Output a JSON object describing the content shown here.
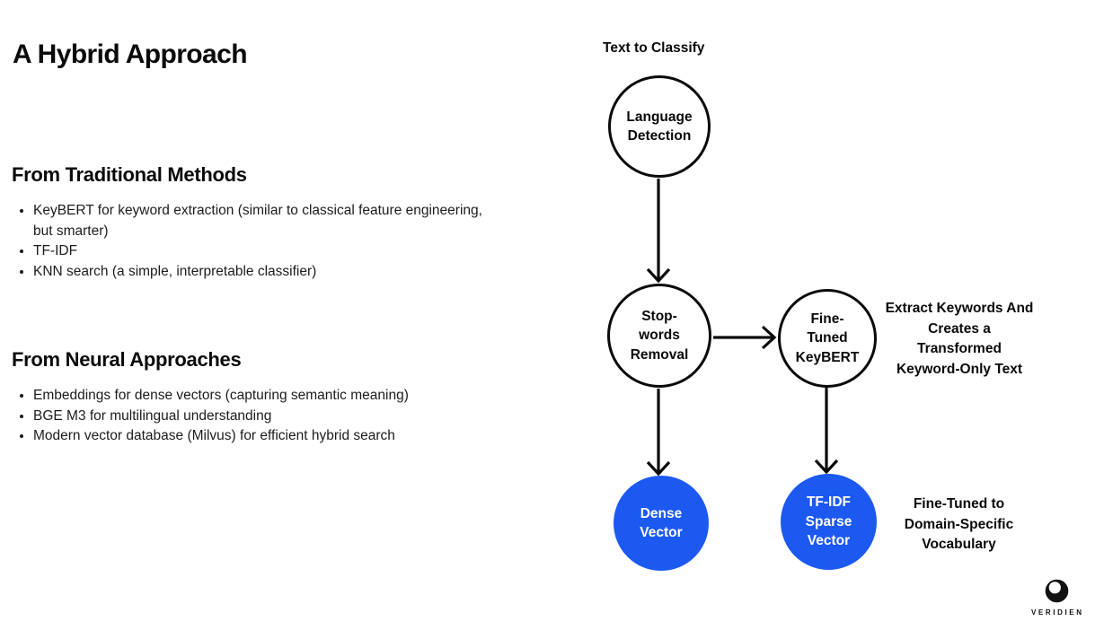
{
  "title": "A Hybrid Approach",
  "sections": [
    {
      "heading": "From Traditional Methods",
      "items": [
        "KeyBERT for keyword extraction (similar to classical feature engineering, but smarter)",
        "TF-IDF",
        "KNN search (a simple, interpretable classifier)"
      ]
    },
    {
      "heading": "From Neural Approaches",
      "items": [
        "Embeddings for dense vectors (capturing semantic meaning)",
        "BGE M3 for multilingual understanding",
        "Modern vector database (Milvus) for efficient hybrid search"
      ]
    }
  ],
  "diagram": {
    "input_label": "Text to Classify",
    "nodes": [
      {
        "id": "language-detection",
        "label": "Language\nDetection",
        "type": "process"
      },
      {
        "id": "stopwords-removal",
        "label": "Stop-\nwords\nRemoval",
        "type": "process"
      },
      {
        "id": "finetuned-keybert",
        "label": "Fine-\nTuned\nKeyBERT",
        "type": "process"
      },
      {
        "id": "dense-vector",
        "label": "Dense\nVector",
        "type": "output"
      },
      {
        "id": "tfidf-sparse-vector",
        "label": "TF-IDF\nSparse\nVector",
        "type": "output"
      }
    ],
    "annotations": {
      "keybert_note": "Extract Keywords And\nCreates a\nTransformed\nKeyword-Only Text",
      "vocabulary_note": "Fine-Tuned to\nDomain-Specific\nVocabulary"
    },
    "colors": {
      "output_fill": "#1b59f1",
      "output_text": "#ffffff",
      "stroke": "#0a0a0a"
    }
  },
  "footer": {
    "brand": "VERIDIEN"
  }
}
